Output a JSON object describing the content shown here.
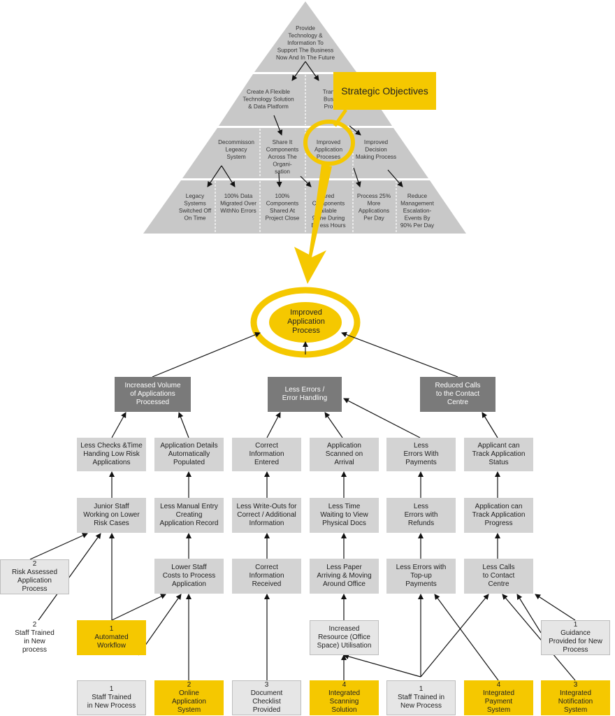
{
  "pyramid": {
    "apex": "Provide\nTechnology &\nInformation To\nSupport The Business\nNow And  In The Future",
    "level2": [
      "Create A Flexible\nTechnology Solution\n& Data Platform",
      "Tran\nBus\nPro"
    ],
    "level3": [
      "Decommisson\nLegeacy\nSystem",
      "Share It\nComponents\nAcross  The\nOrgani-\nsation",
      "Improved\nApplication\nProceses",
      "Improved\nDecision\nMaking Process"
    ],
    "level4": [
      "Legacy\nSystems\nSwitched Off\nOn Time",
      "100% Data\nMigrated Over\nWithNo Errors",
      "100%\nComponents\nShared At\nProject Close",
      "ared\nComponents\nailable\n9 ime During\nBu ess Hours",
      "Process 25%\nMore\nApplications\nPer Day",
      "Reduce\nManagement\nEscalation-\nEvents By\n90% Per Day"
    ]
  },
  "callout": "Strategic Objectives",
  "goal": "Improved\nApplication\nProcess",
  "benefits": [
    "Increased Volume\nof Applications\nProcessed",
    "Less Errors /\nError Handling",
    "Reduced Calls\nto the Contact\nCentre"
  ],
  "row1": [
    "Less Checks &Time\nHanding Low Risk\nApplications",
    "Application Details\nAutomatically\nPopulated",
    "Correct\nInformation\nEntered",
    "Application\nScanned on\nArrival",
    "Less\nErrors With\nPayments",
    "Applicant can\nTrack Application\nStatus"
  ],
  "row2": [
    "Junior Staff\nWorking on Lower\nRisk Cases",
    "Less Manual Entry\nCreating\nApplication Record",
    "Less Write-Outs for\nCorrect / Additional\nInformation",
    "Less Time\nWaiting to View\nPhysical Docs",
    "Less\nErrors with\nRefunds",
    "Application can\nTrack Application\nProgress"
  ],
  "row3": [
    "Lower Staff\nCosts to Process\nApplication",
    "Correct\nInformation\nReceived",
    "Less Paper\nArriving & Moving\nAround Office",
    "Less Errors with\nTop-up\nPayments",
    "Less Calls\nto Contact\nCentre"
  ],
  "side_boxes": {
    "risk": "2\nRisk Assessed\nApplication\nProcess",
    "staff_trained_2": "2\nStaff Trained\nin New\nprocess",
    "automated": "1\nAutomated\nWorkflow",
    "resource": "Increased\nResource (Office\nSpace) Utilisation",
    "guidance": "1\nGuidance\nProvided for New\nProcess"
  },
  "bottom": [
    "1\nStaff Trained\nin New Process",
    "2\nOnline\nApplication\nSystem",
    "3\nDocument\nChecklist\nProvided",
    "4\nIntegrated\nScanning\nSolution",
    "1\nStaff Trained in\nNew Process",
    "4\nIntegrated\nPayment\nSystem",
    "3\nIntegrated\nNotification\nSystem"
  ],
  "colors": {
    "yellow": "#f5c800",
    "pyramid_gray": "#c8c8c8",
    "box_gray": "#d3d3d3",
    "dark_gray": "#7a7a7a"
  }
}
